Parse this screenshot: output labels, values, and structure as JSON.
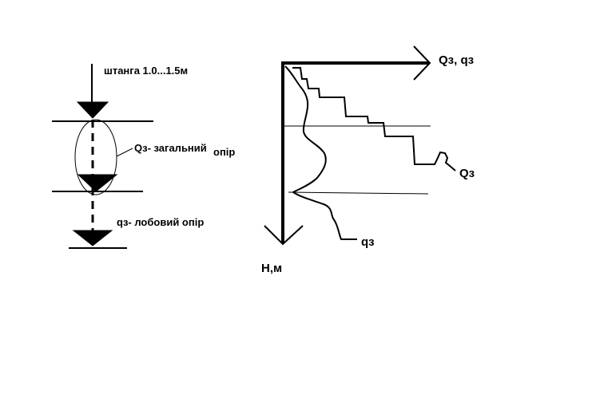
{
  "labels": {
    "rod": "штанга 1.0...1.5м",
    "total_resistance": "Qз- загальний",
    "total_resistance_suffix": "опір",
    "tip_resistance": "qз- лобовий опір",
    "x_axis": "Qз, qз",
    "y_axis": "H,м",
    "curve_total": "Qз",
    "curve_tip": "qз"
  },
  "colors": {
    "ink": "#000000",
    "background": "#ffffff"
  }
}
